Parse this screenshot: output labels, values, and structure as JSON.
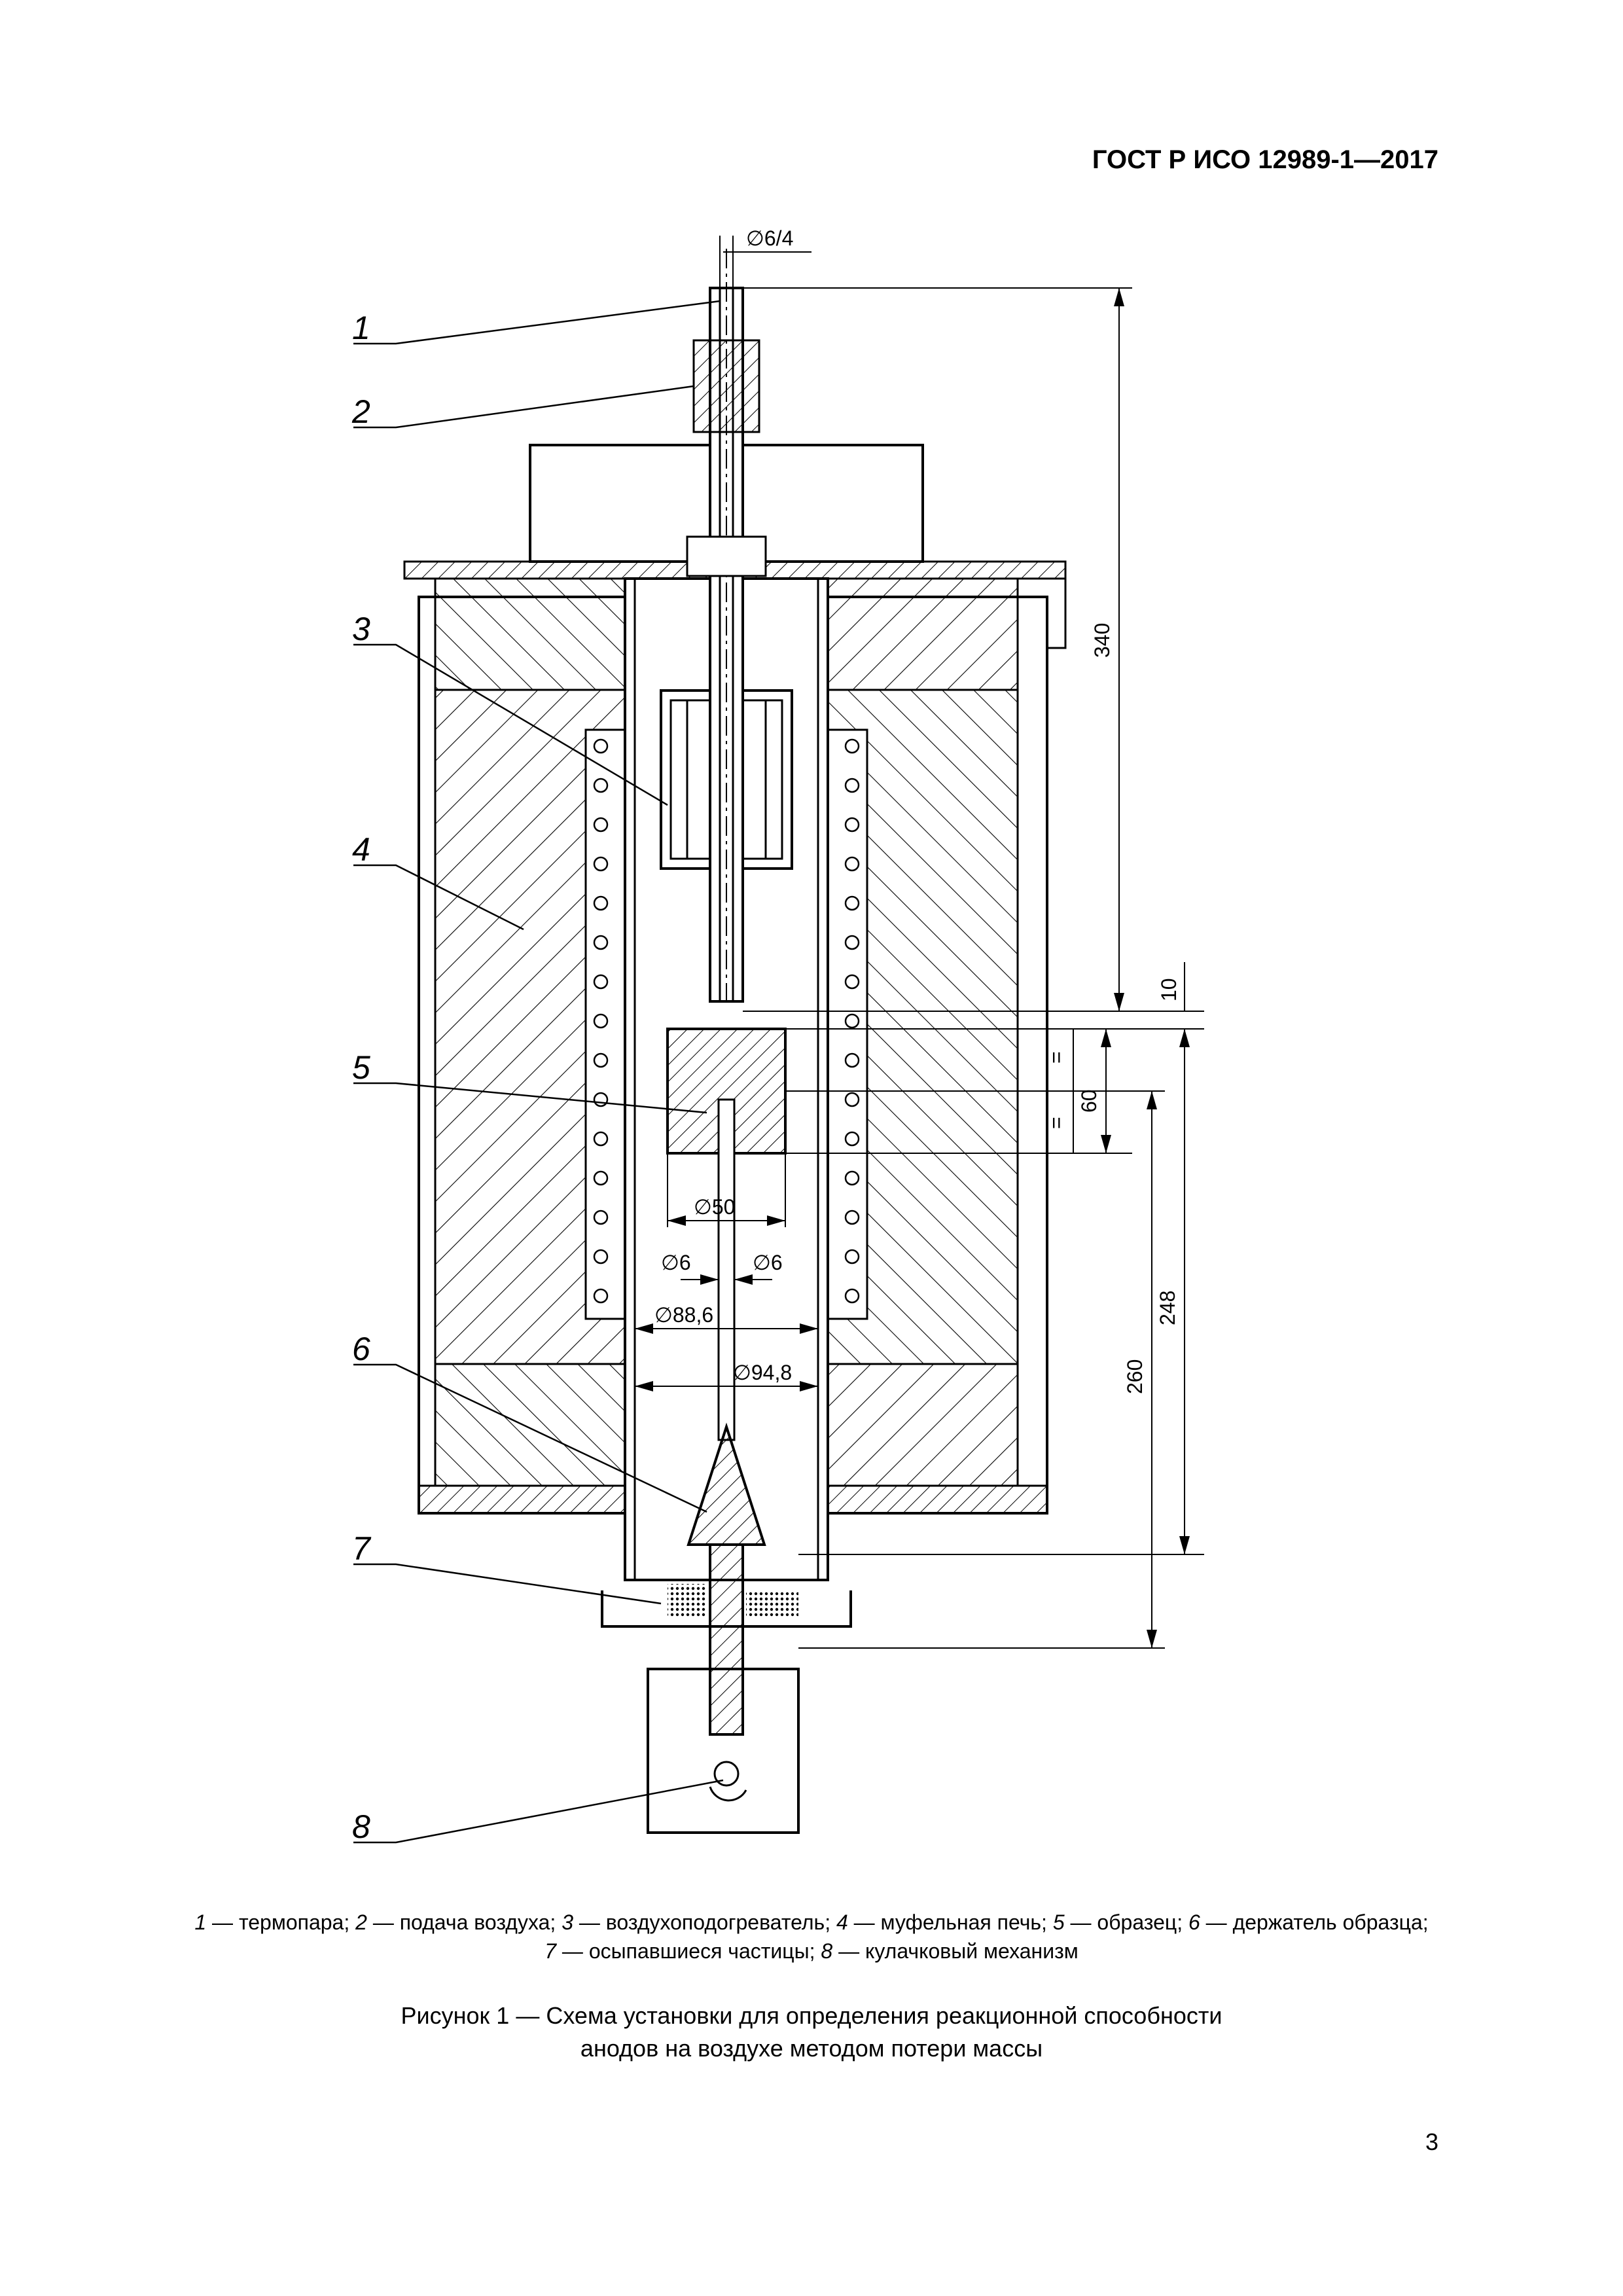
{
  "header": {
    "standard": "ГОСТ Р ИСО 12989-1—2017"
  },
  "figure": {
    "callouts": [
      "1",
      "2",
      "3",
      "4",
      "5",
      "6",
      "7",
      "8"
    ],
    "dimensions": {
      "tube": "∅6/4",
      "d340": "340",
      "d10": "10",
      "d60": "60",
      "eq1": "=",
      "eq2": "=",
      "d248": "248",
      "d260": "260",
      "sample": "∅50",
      "rod_left": "∅6",
      "rod_right": "∅6",
      "inner": "∅88,6",
      "outer": "∅94,8"
    }
  },
  "legend": {
    "items": [
      {
        "num": "1",
        "text": " — термопара; "
      },
      {
        "num": "2",
        "text": " — подача воздуха; "
      },
      {
        "num": "3",
        "text": " — воздухоподогреватель; "
      },
      {
        "num": "4",
        "text": " — муфельная печь;  "
      },
      {
        "num": "5",
        "text": " — образец; "
      },
      {
        "num": "6",
        "text": " — держатель образца;"
      },
      {
        "num": "7",
        "text": " — осыпавшиеся частицы; "
      },
      {
        "num": "8",
        "text": " — кулачковый механизм"
      }
    ]
  },
  "caption": {
    "line1": "Рисунок 1 — Схема установки для определения реакционной способности",
    "line2": "анодов на воздухе методом потери массы"
  },
  "page_number": "3"
}
